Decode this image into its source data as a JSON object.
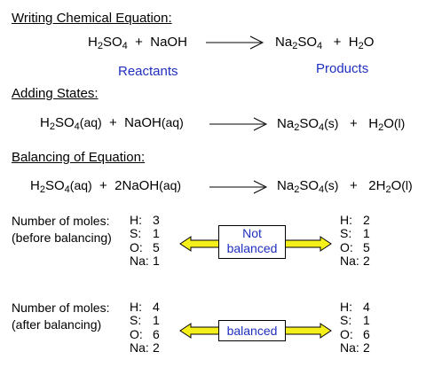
{
  "sections": {
    "writing": {
      "heading": "Writing Chemical Equation:",
      "reactant1_main": "H",
      "reactant1_sub1": "2",
      "reactant1_mid": "SO",
      "reactant1_sub2": "4",
      "plus1": "+",
      "reactant2": "NaOH",
      "product1_main": "Na",
      "product1_sub1": "2",
      "product1_mid": "SO",
      "product1_sub2": "4",
      "plus2": "+",
      "product2_main": "H",
      "product2_sub1": "2",
      "product2_end": "O",
      "reactants_label": "Reactants",
      "products_label": "Products"
    },
    "states": {
      "heading": "Adding States:",
      "r1": "(aq)",
      "r2": "NaOH",
      "r2_state": "(aq)",
      "p1_state": "(s)",
      "p2_state": "(l)"
    },
    "balancing": {
      "heading": "Balancing of Equation:",
      "coef_naoh": "2NaOH",
      "coef_h2o": "2H",
      "r1_state": "(aq)",
      "r2_state": "(aq)",
      "p1_state": "(s)",
      "p2_state": "(l)"
    }
  },
  "moles_before": {
    "title_line1": "Number of moles:",
    "title_line2": "(before balancing)",
    "reactants": [
      {
        "el": "H:",
        "n": "3"
      },
      {
        "el": "S:",
        "n": "1"
      },
      {
        "el": "O:",
        "n": "5"
      },
      {
        "el": "Na:",
        "n": "1"
      }
    ],
    "products": [
      {
        "el": "H:",
        "n": "2"
      },
      {
        "el": "S:",
        "n": "1"
      },
      {
        "el": "O:",
        "n": "5"
      },
      {
        "el": "Na:",
        "n": "2"
      }
    ],
    "status_line1": "Not",
    "status_line2": "balanced"
  },
  "moles_after": {
    "title_line1": "Number of moles:",
    "title_line2": "(after balancing)",
    "reactants": [
      {
        "el": "H:",
        "n": "4"
      },
      {
        "el": "S:",
        "n": "1"
      },
      {
        "el": "O:",
        "n": "6"
      },
      {
        "el": "Na:",
        "n": "2"
      }
    ],
    "products": [
      {
        "el": "H:",
        "n": "4"
      },
      {
        "el": "S:",
        "n": "1"
      },
      {
        "el": "O:",
        "n": "6"
      },
      {
        "el": "Na:",
        "n": "2"
      }
    ],
    "status": "balanced"
  },
  "colors": {
    "label_blue": "#1f2fbf",
    "arrow_fill": "#f5ef1b"
  }
}
